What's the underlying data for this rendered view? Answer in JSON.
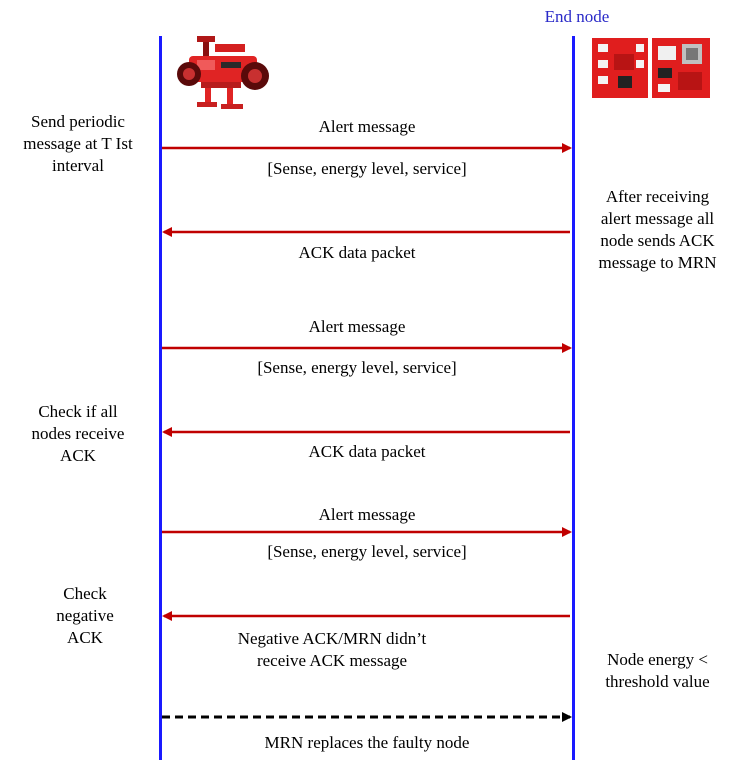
{
  "participants": {
    "end_node_label": "End node"
  },
  "colors": {
    "lifeline": "#1a1aff",
    "message_arrow": "#c00000",
    "replacement_arrow": "#000000"
  },
  "messages": [
    {
      "label": "Alert message",
      "sublabel": "[Sense, energy level, service]",
      "direction": "right"
    },
    {
      "label": "ACK data packet",
      "direction": "left"
    },
    {
      "label": "Alert message",
      "sublabel": "[Sense, energy level, service]",
      "direction": "right"
    },
    {
      "label": "ACK data packet",
      "direction": "left"
    },
    {
      "label": "Alert message",
      "sublabel": "[Sense, energy level, service]",
      "direction": "right"
    },
    {
      "label": "Negative ACK/MRN didn’t\nreceive ACK message",
      "direction": "left"
    },
    {
      "label": "MRN replaces the faulty node",
      "direction": "right",
      "style": "dashed"
    }
  ],
  "left_notes": [
    "Send periodic\nmessage at T Ist\ninterval",
    "Check if all\nnodes receive\nACK",
    "Check\nnegative\nACK"
  ],
  "right_notes": [
    "After receiving\nalert message all\nnode sends ACK\nmessage to MRN",
    "Node energy <\nthreshold value"
  ]
}
